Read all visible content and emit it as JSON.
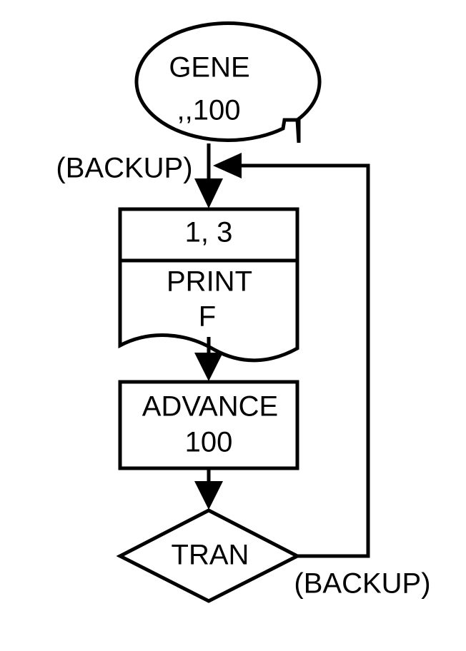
{
  "diagram": {
    "start": {
      "line1": "GENE",
      "line2": ",,100"
    },
    "entry_label": "(BACKUP)",
    "print_block": {
      "header": "1, 3",
      "line1": "PRINT",
      "line2": "F"
    },
    "advance_block": {
      "line1": "ADVANCE",
      "line2": "100"
    },
    "decision": {
      "label": "TRAN"
    },
    "loop_label": "(BACKUP)"
  }
}
